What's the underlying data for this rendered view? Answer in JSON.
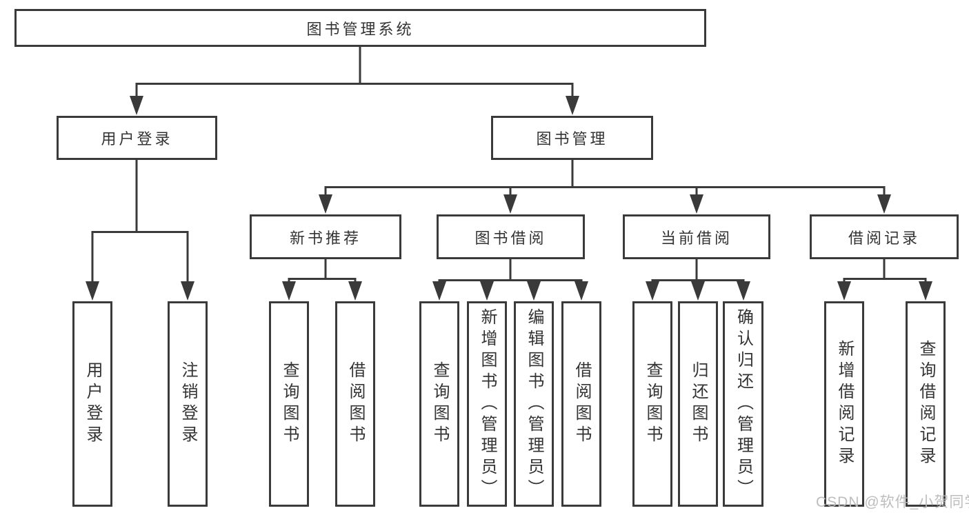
{
  "diagram": {
    "title": "图书管理系统",
    "style": {
      "line_color": "#3a3a3a",
      "text_color": "#333333",
      "box_background": "#ffffff",
      "watermark_color": "#b9b9b9"
    },
    "root": {
      "label": "图书管理系统"
    },
    "level2": [
      {
        "label": "用户登录",
        "parent": "图书管理系统"
      },
      {
        "label": "图书管理",
        "parent": "图书管理系统"
      }
    ],
    "level3": [
      {
        "label": "新书推荐",
        "parent": "图书管理"
      },
      {
        "label": "图书借阅",
        "parent": "图书管理"
      },
      {
        "label": "当前借阅",
        "parent": "图书管理"
      },
      {
        "label": "借阅记录",
        "parent": "图书管理"
      }
    ],
    "leaves": [
      {
        "label": "用户登录",
        "parent": "用户登录"
      },
      {
        "label": "注销登录",
        "parent": "用户登录"
      },
      {
        "label": "查询图书",
        "parent": "新书推荐"
      },
      {
        "label": "借阅图书",
        "parent": "新书推荐"
      },
      {
        "label": "查询图书",
        "parent": "图书借阅"
      },
      {
        "label": "新增图书（管理员）",
        "parent": "图书借阅"
      },
      {
        "label": "编辑图书（管理员）",
        "parent": "图书借阅"
      },
      {
        "label": "借阅图书",
        "parent": "图书借阅"
      },
      {
        "label": "查询图书",
        "parent": "当前借阅"
      },
      {
        "label": "归还图书",
        "parent": "当前借阅"
      },
      {
        "label": "确认归还（管理员）",
        "parent": "当前借阅"
      },
      {
        "label": "新增借阅记录",
        "parent": "借阅记录"
      },
      {
        "label": "查询借阅记录",
        "parent": "借阅记录"
      }
    ],
    "watermark": "CSDN @软件_小贺同学"
  }
}
